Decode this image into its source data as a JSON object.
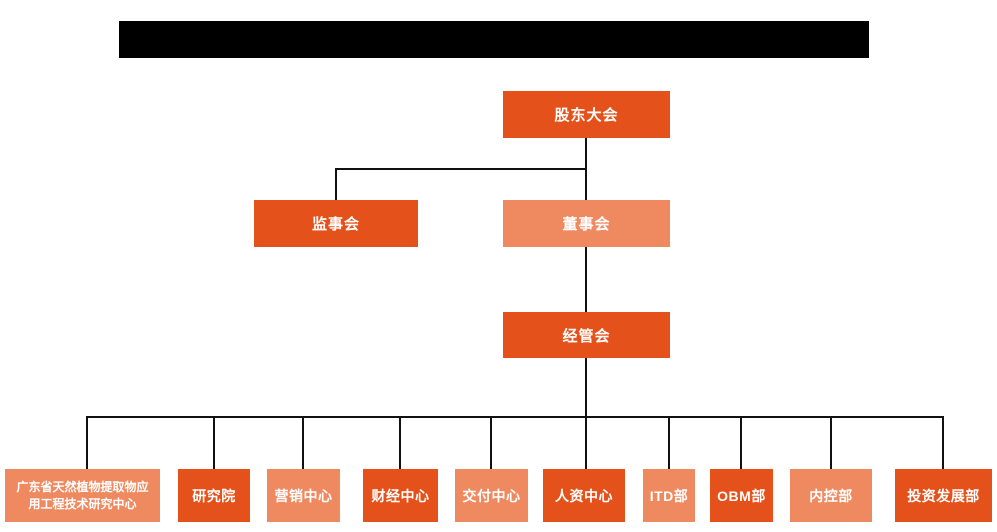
{
  "colors": {
    "box_primary": "#e5511a",
    "box_secondary": "#ef8a60",
    "connector": "#111111",
    "redacted_bar": "#000000",
    "text": "#ffffff",
    "background": "#ffffff"
  },
  "nodes": {
    "shareholders": {
      "label": "股东大会"
    },
    "supervisory_board": {
      "label": "监事会"
    },
    "board_of_directors": {
      "label": "董事会"
    },
    "management_committee": {
      "label": "经管会"
    },
    "research_center": {
      "label": "广东省天然植物提取物应用工程技术研究中心",
      "lines": [
        "广东省天然植物提取物应",
        "用工程技术研究中心"
      ]
    },
    "research_institute": {
      "label": "研究院"
    },
    "marketing_center": {
      "label": "营销中心"
    },
    "finance_center": {
      "label": "财经中心"
    },
    "delivery_center": {
      "label": "交付中心"
    },
    "hr_center": {
      "label": "人资中心"
    },
    "itd_dept": {
      "label": "ITD部"
    },
    "obm_dept": {
      "label": "OBM部"
    },
    "internal_control_dept": {
      "label": "内控部"
    },
    "investment_dept": {
      "label": "投资发展部"
    }
  },
  "hierarchy": {
    "root": "shareholders",
    "edges": [
      [
        "shareholders",
        "supervisory_board"
      ],
      [
        "shareholders",
        "board_of_directors"
      ],
      [
        "board_of_directors",
        "management_committee"
      ],
      [
        "management_committee",
        "research_center"
      ],
      [
        "management_committee",
        "research_institute"
      ],
      [
        "management_committee",
        "marketing_center"
      ],
      [
        "management_committee",
        "finance_center"
      ],
      [
        "management_committee",
        "delivery_center"
      ],
      [
        "management_committee",
        "hr_center"
      ],
      [
        "management_committee",
        "itd_dept"
      ],
      [
        "management_committee",
        "obm_dept"
      ],
      [
        "management_committee",
        "internal_control_dept"
      ],
      [
        "management_committee",
        "investment_dept"
      ]
    ]
  }
}
